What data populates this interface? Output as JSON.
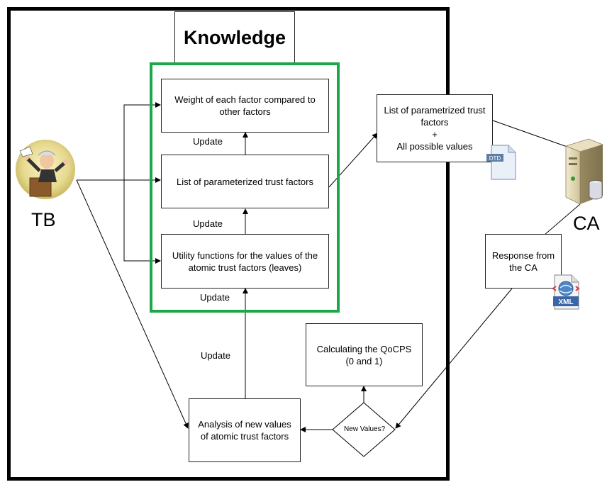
{
  "knowledge_title": "Knowledge",
  "boxes": {
    "weight": "Weight of each factor compared to\nother factors",
    "list_trust": "List of parameterized trust factors",
    "utility": "Utility functions for the values of the\natomic trust factors (leaves)",
    "list_param": "List of parametrized trust\nfactors\n+\nAll possible values",
    "response": "Response from\nthe CA",
    "qocps": "Calculating the QoCPS\n(0 and 1)",
    "analysis": "Analysis of new values\nof atomic trust factors"
  },
  "decision": "New Values?",
  "labels": {
    "update_1": "Update",
    "update_2": "Update",
    "update_3": "Update",
    "update_4": "Update"
  },
  "actors": {
    "tb": "TB",
    "ca": "CA"
  },
  "icons": {
    "dtd_file": "DTD",
    "xml_file": "XML"
  }
}
